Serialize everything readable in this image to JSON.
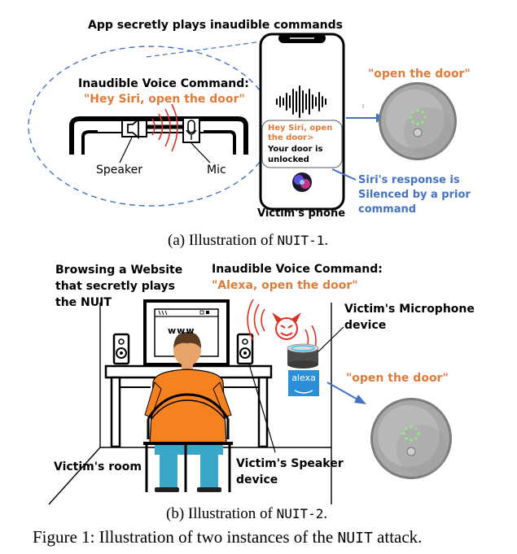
{
  "panel_a": {
    "title": "App secretly plays inaudible commands",
    "command_label": "Inaudible Voice Command:",
    "command_text": "\"Hey Siri, open the door\"",
    "speaker_label": "Speaker",
    "mic_label": "Mic",
    "bubble_orange_1": "Hey Siri, open",
    "bubble_orange_2": "the door>",
    "bubble_black_1": "Your door is",
    "bubble_black_2": "unlocked",
    "phone_label": "Victim's phone",
    "lock_quote": "\"open the  door\"",
    "siri_note_1": "Siri's response is",
    "siri_note_2": "Silenced by a prior",
    "siri_note_3": "command",
    "caption_prefix": "(a) Illustration of ",
    "caption_code": "NUIT-1",
    "caption_suffix": "."
  },
  "panel_b": {
    "browse_1": "Browsing a Website",
    "browse_2": "that secretly plays",
    "browse_3": "the NUIT",
    "command_label": "Inaudible Voice Command:",
    "command_text": "\"Alexa, open the door\"",
    "mic_device_1": "Victim's Microphone",
    "mic_device_2": "device",
    "screen_text": "www",
    "alexa_logo": "alexa",
    "lock_quote": "\"open the door\"",
    "room_label": "Victim's room",
    "speaker_device_1": "Victim's Speaker",
    "speaker_device_2": "device",
    "caption_prefix": "(b) Illustration of ",
    "caption_code": "NUIT-2",
    "caption_suffix": "."
  },
  "figure_caption": {
    "prefix": "Figure 1: Illustration of two instances of the ",
    "code": "NUIT",
    "suffix": " attack."
  },
  "colors": {
    "orange": "#E07B39",
    "blue": "#4472C4",
    "red": "#E03020",
    "lock_silver": "#9A9A9A",
    "alexa_blue": "#2A8FD8",
    "shirt_orange": "#F5821F",
    "pants_teal": "#3AA6C8"
  }
}
